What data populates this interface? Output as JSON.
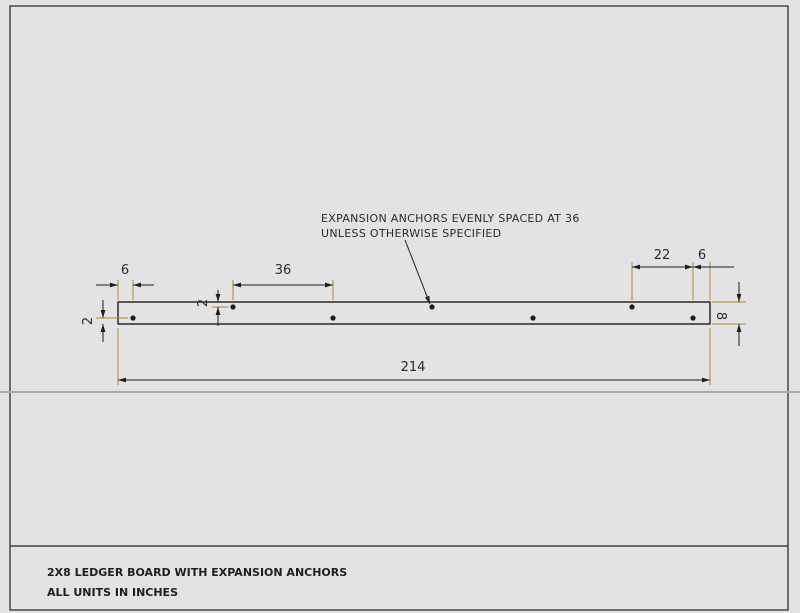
{
  "drawing": {
    "note": {
      "line1": "EXPANSION ANCHORS EVENLY SPACED AT 36",
      "line2": "UNLESS OTHERWISE SPECIFIED"
    },
    "dimensions": {
      "overall_length": "214",
      "board_height": "8",
      "end_offset_left": "6",
      "anchor_spacing": "36",
      "anchor_offset_top": "2",
      "anchor_offset_bottom": "2",
      "spacing_right": "22",
      "end_offset_right": "6"
    }
  },
  "title_block": {
    "line1": "2X8 LEDGER BOARD WITH EXPANSION ANCHORS",
    "line2": "ALL UNITS IN INCHES"
  },
  "colors": {
    "paper": "#e3e3e5",
    "ink": "#1e1e1e",
    "extension": "#b5862a"
  }
}
